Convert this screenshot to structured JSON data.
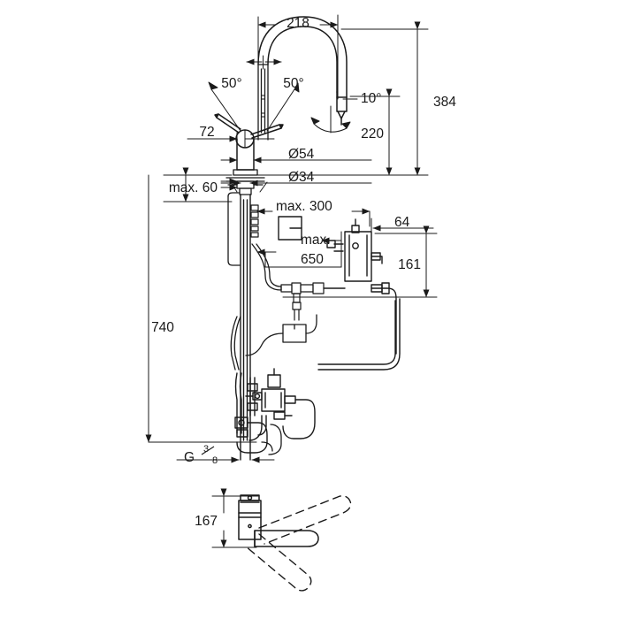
{
  "drawing": {
    "title": "Kitchen mixer tap dimensional drawing",
    "units": "mm",
    "line_color": "#1a1a1a",
    "background": "#ffffff"
  },
  "dimensions": {
    "spout_reach": "218",
    "overall_height": "384",
    "spout_height": "220",
    "handle_offset": "72",
    "base_diameter": "Ø54",
    "shank_diameter": "Ø34",
    "max_deck_thickness": "max. 60",
    "hose_max_300": "max. 300",
    "hose_max_650_line1": "max.",
    "hose_max_650_line2": "650",
    "valve_offset": "64",
    "valve_height": "161",
    "hose_length": "740",
    "thread_label_main": "G",
    "thread_label_num": "3",
    "thread_label_den": "8",
    "lever_height": "167"
  },
  "angles": {
    "swivel_left": "50°",
    "swivel_right": "50°",
    "spray_tilt": "10°"
  },
  "views": {
    "front_elevation": "front-elevation-view",
    "lever_detail": "lever-swing-detail-view"
  }
}
